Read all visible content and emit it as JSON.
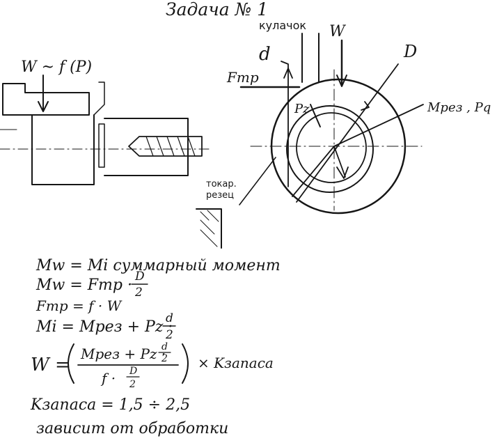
{
  "title": "Задача № 1",
  "diagram": {
    "chuck_force_label": "W ~ f (P)",
    "jaw_label": "кулачок",
    "force_label": "W",
    "d_label": "d",
    "D_label": "D",
    "friction_label": "Fтр",
    "pz_label": "Pz",
    "moment_label": "Mрез , Pq",
    "tool_label_line1": "токар.",
    "tool_label_line2": "резец"
  },
  "formulas": {
    "f1": "Mw = Mi   суммарный момент",
    "f2_left": "Mw  =  Fтр ·",
    "f2_num": "D",
    "f2_den": "2",
    "f3": "Fтр = f · W",
    "f4_left": "Mi  =  Mрез  +  Pz ·",
    "f4_num": "d",
    "f4_den": "2",
    "f5_lhs": "W =",
    "f5_num": "Mрез  +  Pz ·",
    "f5_num_frac_num": "d",
    "f5_num_frac_den": "2",
    "f5_den": "f ·",
    "f5_den_frac_num": "D",
    "f5_den_frac_den": "2",
    "f5_right": "× Kзапаса",
    "f6": "Kзапаса  =  1,5 ÷ 2,5",
    "f7": "зависит  от  обработки"
  }
}
